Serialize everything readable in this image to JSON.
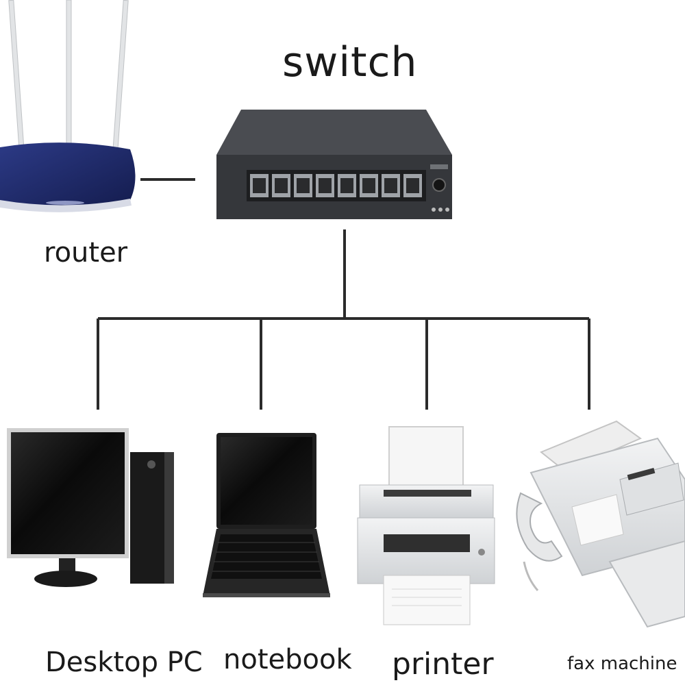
{
  "diagram": {
    "title": "switch",
    "nodes": {
      "switch": "switch",
      "router": "router",
      "desktop": "Desktop PC",
      "notebook": "notebook",
      "printer": "printer",
      "fax": "fax machine"
    },
    "colors": {
      "line": "#2b2b2b",
      "switch_body": "#3a3c40",
      "router_body": "#1f2a6b",
      "device_dark": "#151515",
      "device_light": "#e4e6e8"
    }
  }
}
